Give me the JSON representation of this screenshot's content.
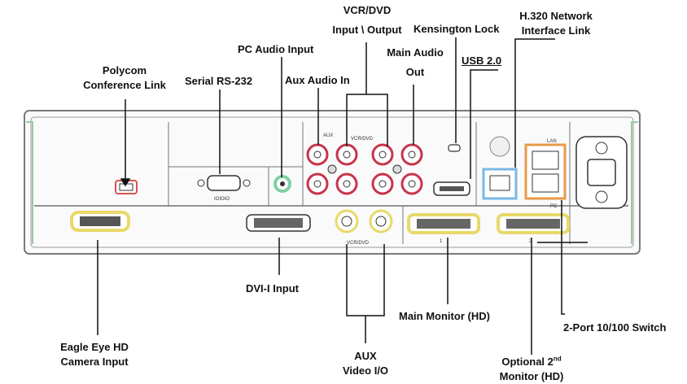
{
  "labels": {
    "polycom_line1": "Polycom",
    "polycom_line2": "Conference Link",
    "serial": "Serial RS-232",
    "pc_audio": "PC Audio Input",
    "aux_audio": "Aux Audio In",
    "vcr_line1": "VCR/DVD",
    "vcr_line2": "Input \\ Output",
    "main_audio_line1": "Main Audio",
    "main_audio_line2": "Out",
    "kensington": "Kensington Lock",
    "usb": "USB 2.0",
    "h320_line1": "H.320 Network",
    "h320_line2": "Interface Link",
    "dvi_input": "DVI-I  Input",
    "eagle_line1": "Eagle Eye HD",
    "eagle_line2": "Camera Input",
    "aux_video_line1": "AUX",
    "aux_video_line2": "Video I/O",
    "main_monitor": "Main Monitor (HD)",
    "optional_prefix": "Optional 2",
    "optional_sup": "nd",
    "optional_line2": "Monitor (HD)",
    "switch": "2-Port 10/100 Switch"
  },
  "panel_marks": {
    "aux": "AUX",
    "vcr_dvd_top": "VCR/DVD",
    "serial_glyph": "IOIOIO",
    "lan": "LAN",
    "pc": "PC",
    "vcr_dvd_bottom": "VCR/DVD",
    "monitor1": "1",
    "monitor2": "2"
  },
  "colors": {
    "red_ring": "#c8344a",
    "yellow_ring": "#e8d96a",
    "orange_ring": "#e89a4a",
    "blue_ring": "#7ab8e6",
    "green_ring": "#7ed0a6"
  }
}
